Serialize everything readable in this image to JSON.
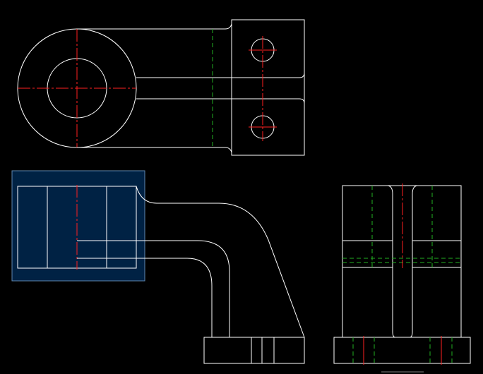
{
  "drawing": {
    "background_color": "#000000",
    "outline_color": "#ffffff",
    "centerline_color": "#ff2020",
    "hidden_line_color": "#22b022",
    "selection_fill_color": "#002244",
    "selection_border_color": "#5f87b0",
    "views": [
      "top-view",
      "front-view",
      "side-view"
    ]
  }
}
